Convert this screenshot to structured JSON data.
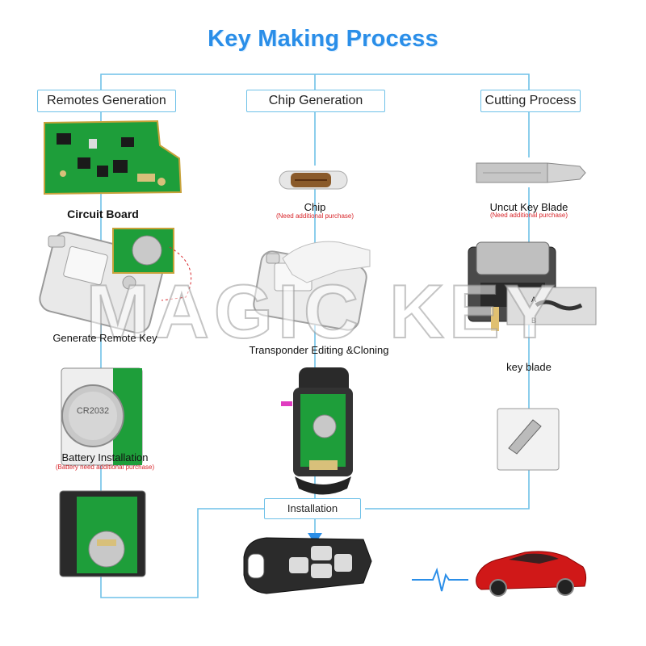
{
  "title": "Key Making Process",
  "watermark": "MAGIC KEY",
  "columns": [
    {
      "header": "Remotes Generation"
    },
    {
      "header": "Chip Generation"
    },
    {
      "header": "Cutting Process"
    }
  ],
  "labels": {
    "circuit_board": "Circuit Board",
    "generate_remote_key": "Generate Remote Key",
    "battery_installation": "Battery Installation",
    "battery_note": "(Battery need additional purchase)",
    "chip": "Chip",
    "chip_note": "(Need additional purchase)",
    "transponder": "Transponder Editing &Cloning",
    "uncut_blade": "Uncut Key  Blade",
    "blade_note": "(Need additional purchase)",
    "key_blade": "key blade",
    "installation": "Installation"
  },
  "battery_text": "CR2032",
  "machine_marks": {
    "a": "A",
    "b": "B"
  },
  "colors": {
    "accent": "#2a8ee8",
    "line": "#6fc1e8",
    "pcb": "#1e9e3a",
    "car": "#d01818",
    "note": "#d8262b"
  }
}
